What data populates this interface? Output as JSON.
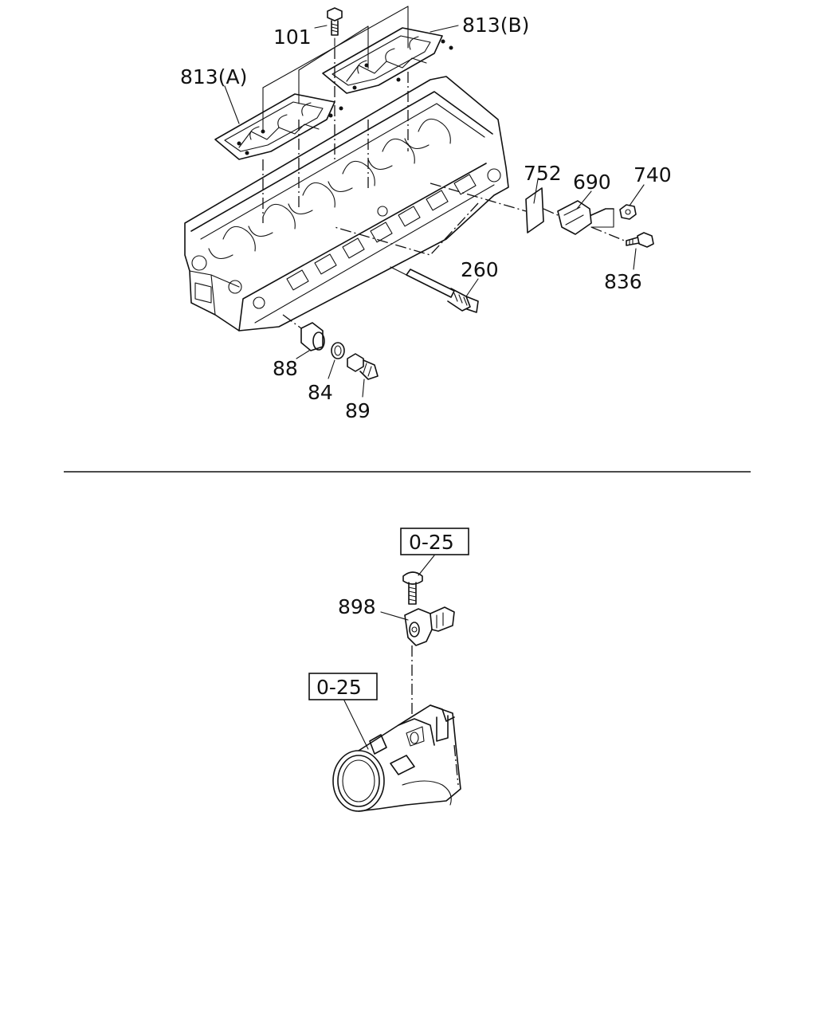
{
  "callouts": {
    "c101": "101",
    "c813a": "813(A)",
    "c813b": "813(B)",
    "c752": "752",
    "c690": "690",
    "c740": "740",
    "c836": "836",
    "c260": "260",
    "c88": "88",
    "c84": "84",
    "c89": "89",
    "c898": "898"
  },
  "refs": {
    "ref_top": "0-25",
    "ref_bottom": "0-25"
  }
}
